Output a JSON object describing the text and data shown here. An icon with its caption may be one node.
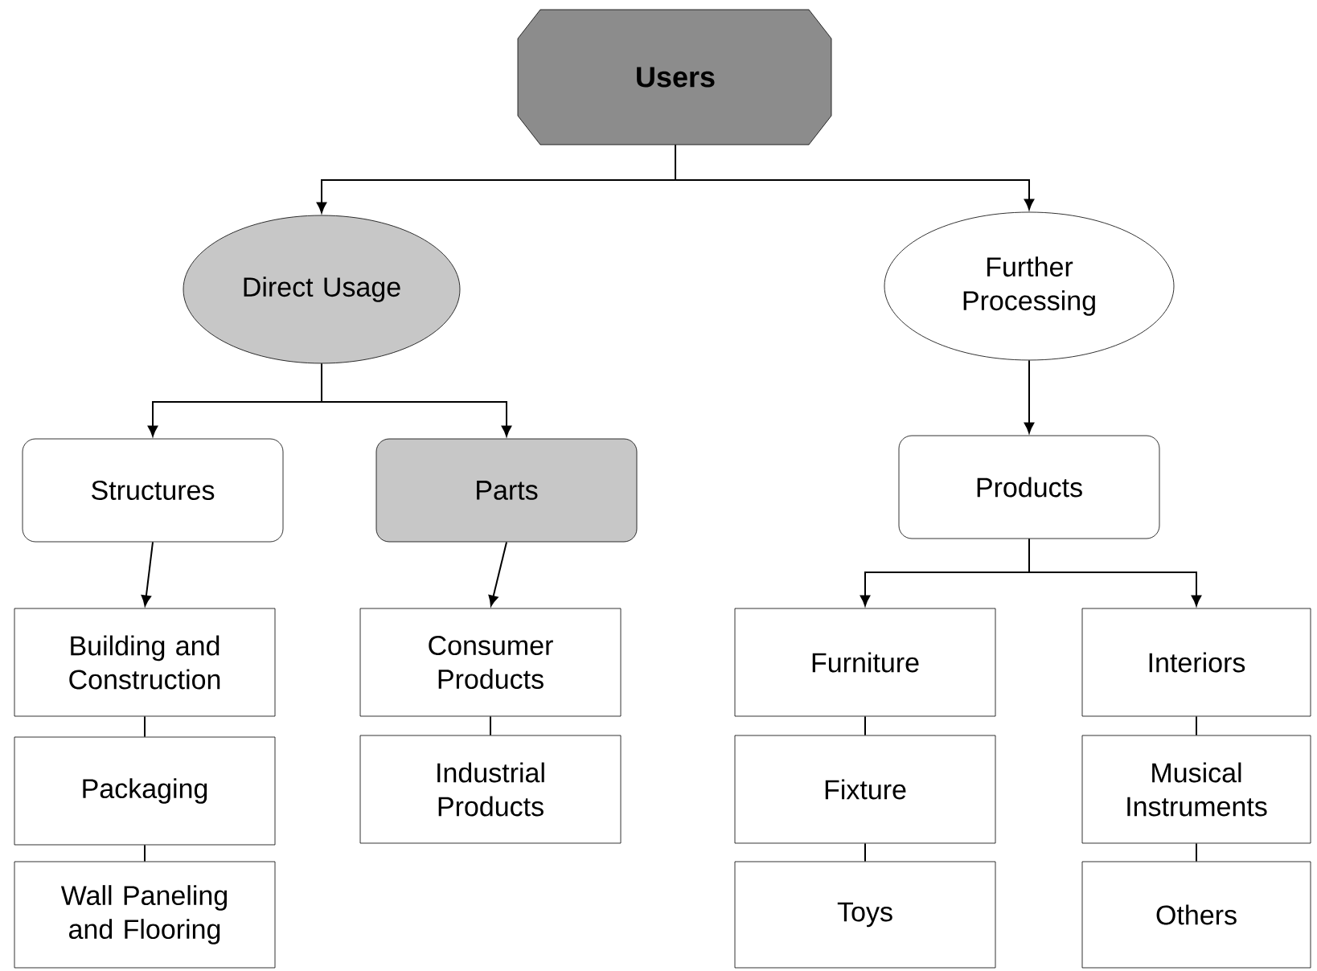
{
  "diagram": {
    "nodes": [
      {
        "text": [
          "Users"
        ]
      },
      {
        "text": [
          "Direct Usage"
        ]
      },
      {
        "text": [
          "Further Processing"
        ]
      },
      {
        "text": [
          "Structures"
        ]
      },
      {
        "text": [
          "Parts"
        ]
      },
      {
        "text": [
          "Products"
        ]
      },
      {
        "text": [
          "Building and Construction"
        ]
      },
      {
        "text": [
          "Packaging"
        ]
      },
      {
        "text": [
          "Wall Paneling and Flooring"
        ]
      },
      {
        "text": [
          "Consumer Products"
        ]
      },
      {
        "text": [
          "Industrial Products"
        ]
      },
      {
        "text": [
          "Furniture"
        ]
      },
      {
        "text": [
          "Fixture"
        ]
      },
      {
        "text": [
          "Toys"
        ]
      },
      {
        "text": [
          "Interiors"
        ]
      },
      {
        "text": [
          "Musical Instruments"
        ]
      },
      {
        "text": [
          "Others"
        ]
      }
    ],
    "edges": [
      {
        "from": 0,
        "to": 1,
        "arrow": "to"
      },
      {
        "from": 0,
        "to": 2,
        "arrow": "to"
      },
      {
        "from": 1,
        "to": 3,
        "arrow": "to"
      },
      {
        "from": 1,
        "to": 4,
        "arrow": "to"
      },
      {
        "from": 2,
        "to": 5,
        "arrow": "to"
      },
      {
        "from": 3,
        "to": 6,
        "arrow": "to"
      },
      {
        "from": 4,
        "to": 9,
        "arrow": "to"
      },
      {
        "from": 5,
        "to": 11,
        "arrow": "to"
      },
      {
        "from": 5,
        "to": 14,
        "arrow": "to"
      },
      {
        "from": 6,
        "to": 7,
        "arrow": "none"
      },
      {
        "from": 7,
        "to": 8,
        "arrow": "none"
      },
      {
        "from": 9,
        "to": 10,
        "arrow": "none"
      },
      {
        "from": 11,
        "to": 12,
        "arrow": "none"
      },
      {
        "from": 12,
        "to": 13,
        "arrow": "none"
      },
      {
        "from": 14,
        "to": 15,
        "arrow": "none"
      },
      {
        "from": 15,
        "to": 16,
        "arrow": "none"
      }
    ]
  }
}
